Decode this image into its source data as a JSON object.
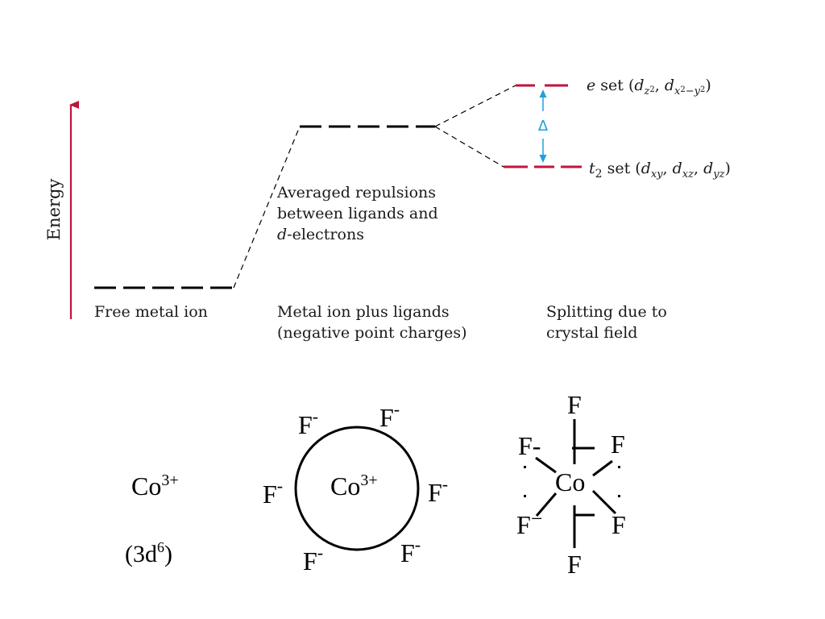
{
  "energy_diagram": {
    "axis_label": "Energy",
    "columns": {
      "free_ion": "Free metal ion",
      "with_ligands_line1": "Metal ion plus ligands",
      "with_ligands_line2": "(negative point charges)",
      "splitting_line1": "Splitting due to",
      "splitting_line2": "crystal field"
    },
    "annotation": {
      "line1": "Averaged repulsions",
      "line2": "between ligands and",
      "line3_italic": "d",
      "line3_rest": "-electrons"
    },
    "delta_symbol": "Δ",
    "e_set": {
      "symbol": "e",
      "word": " set (",
      "d": "d",
      "sub1": "z",
      "sup1": "2",
      "sep": ", ",
      "sub2a": "x",
      "sub2b": "2",
      "sub2c": "−y",
      "sub2d": "2",
      "close": ")"
    },
    "t2_set": {
      "symbol": "t",
      "sub": "2",
      "word": " set (",
      "d": "d",
      "sub1": "xy",
      "sep": ", ",
      "sub2": "xz",
      "sub3": "yz",
      "close": ")"
    },
    "colors": {
      "axis": "#c0143c",
      "split_levels": "#c0143c",
      "delta": "#1fa0dc",
      "levels": "#000000"
    }
  },
  "ion": {
    "symbol": "Co",
    "charge": "3+",
    "config_open": "(3d",
    "config_sup": "6",
    "config_close": ")"
  },
  "point_charge_model": {
    "center_symbol": "Co",
    "center_charge": "3+",
    "ligand": "F",
    "ligand_charge": "-"
  },
  "octahedral_complex": {
    "center": "Co",
    "ligand": "F",
    "dash": "-",
    "dash_lower": "−"
  }
}
